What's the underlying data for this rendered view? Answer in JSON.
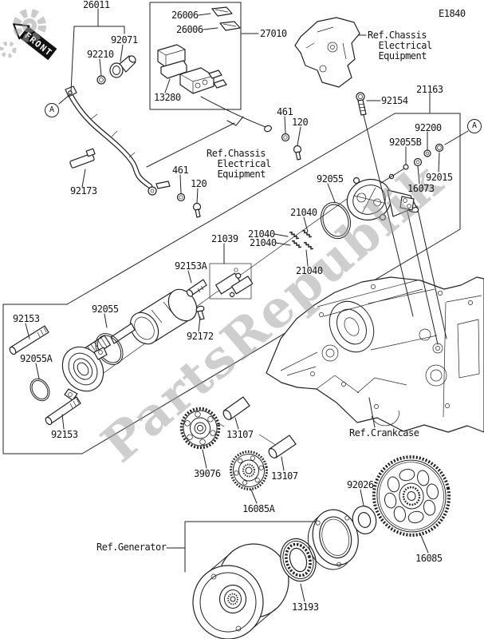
{
  "page": {
    "code": "E1840"
  },
  "front_badge": {
    "text": "FRONT"
  },
  "watermark": {
    "text": "PartsRepublik",
    "color": "#9e9e9e"
  },
  "view_ref": {
    "text": "A"
  },
  "labels": {
    "26011": "26011",
    "26006": "26006",
    "27010": "27010",
    "92071": "92071",
    "92210": "92210",
    "13280": "13280",
    "461": "461",
    "120": "120",
    "92173": "92173",
    "92154": "92154",
    "21163": "21163",
    "92200": "92200",
    "92055B": "92055B",
    "92015": "92015",
    "16073": "16073",
    "92055": "92055",
    "21040": "21040",
    "21039": "21039",
    "92153A": "92153A",
    "92172": "92172",
    "92153": "92153",
    "92055A": "92055A",
    "13107": "13107",
    "39076": "39076",
    "16085A": "16085A",
    "92026": "92026",
    "16085": "16085",
    "13193": "13193"
  },
  "refs": {
    "chassis": "Ref.Chassis\n  Electrical\n  Equipment",
    "crankcase": "Ref.Crankcase",
    "generator": "Ref.Generator"
  }
}
